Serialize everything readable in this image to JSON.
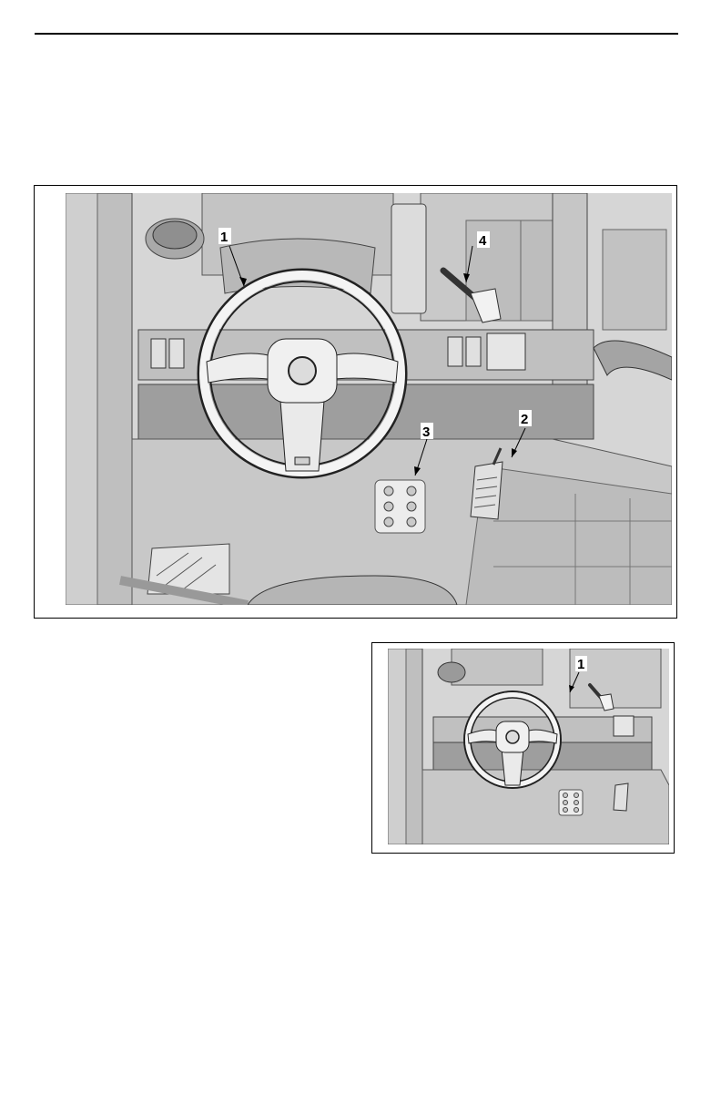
{
  "main_figure": {
    "callouts": [
      "1",
      "2",
      "3",
      "4"
    ]
  },
  "small_figure": {
    "callouts": [
      "1"
    ]
  }
}
